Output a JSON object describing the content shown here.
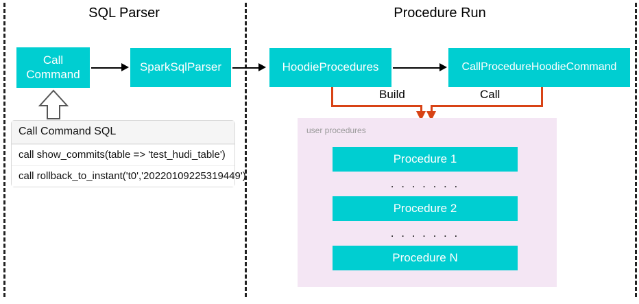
{
  "diagram": {
    "sections": [
      {
        "title": "SQL Parser"
      },
      {
        "title": "Procedure Run"
      }
    ],
    "nodes": {
      "call_command": "Call\nCommand",
      "call_command_line1": "Call",
      "call_command_line2": "Command",
      "spark_sql_parser": "SparkSqlParser",
      "hoodie_procedures": "HoodieProcedures",
      "call_procedure_hoodie_command": "CallProcedureHoodieCommand"
    },
    "edge_labels": {
      "build": "Build",
      "call": "Call"
    },
    "sql_table": {
      "header": "Call Command SQL",
      "rows": [
        "call show_commits(table => 'test_hudi_table')",
        "call rollback_to_instant('t0','20220109225319449')"
      ]
    },
    "procedures_panel": {
      "label": "user procedures",
      "items": [
        "Procedure 1",
        "Procedure 2",
        "Procedure N"
      ],
      "ellipsis": ". . . . . . ."
    },
    "colors": {
      "node_fill": "#00CED1",
      "node_text": "#FFFFFF",
      "connector_orange": "#D84315",
      "connector_black": "#000000",
      "panel_fill": "#F4E6F4",
      "panel_label_text": "#9A9A9A",
      "divider": "#222222",
      "background": "#FFFFFF"
    }
  }
}
